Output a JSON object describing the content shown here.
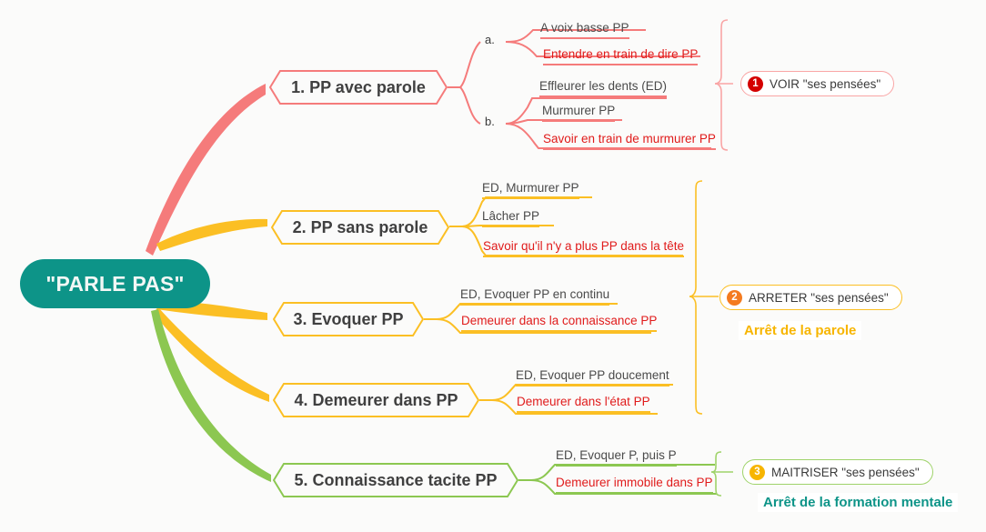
{
  "central": {
    "label": "\"PARLE PAS\"",
    "color": "#0d9488",
    "text_color": "#f2f7f5"
  },
  "colors": {
    "salmon": "#f57b7b",
    "yellow": "#fbbf24",
    "amber": "#f7b500",
    "green": "#8cc751",
    "teal": "#0d9488",
    "red_text": "#e01b1b",
    "gray_text": "#4a4a4a",
    "badge_red": "#d40000",
    "badge_orange": "#f47b20",
    "badge_yellow": "#f7b500"
  },
  "branches": [
    {
      "id": "branch-1",
      "label": "1. PP avec parole",
      "color": "#f57b7b",
      "markers": [
        "a.",
        "b."
      ],
      "leaves": [
        {
          "text": "A voix basse PP",
          "style": "gray"
        },
        {
          "text": "Entendre en train de dire PP",
          "style": "red"
        },
        {
          "text": "Effleurer les dents (ED)",
          "style": "gray"
        },
        {
          "text": "Murmurer PP",
          "style": "gray"
        },
        {
          "text": "Savoir en train de murmurer PP",
          "style": "red"
        }
      ]
    },
    {
      "id": "branch-2",
      "label": "2. PP sans parole",
      "color": "#fbbf24",
      "markers": [],
      "leaves": [
        {
          "text": "ED, Murmurer PP",
          "style": "gray"
        },
        {
          "text": "Lâcher PP",
          "style": "gray"
        },
        {
          "text": "Savoir qu'il n'y a plus PP dans la tête",
          "style": "red"
        }
      ]
    },
    {
      "id": "branch-3",
      "label": "3. Evoquer PP",
      "color": "#fbbf24",
      "markers": [],
      "leaves": [
        {
          "text": "ED, Evoquer PP en continu",
          "style": "gray"
        },
        {
          "text": "Demeurer dans la connaissance PP",
          "style": "red"
        }
      ]
    },
    {
      "id": "branch-4",
      "label": "4. Demeurer dans PP",
      "color": "#fbbf24",
      "markers": [],
      "leaves": [
        {
          "text": "ED, Evoquer PP doucement",
          "style": "gray"
        },
        {
          "text": "Demeurer dans l'état PP",
          "style": "red"
        }
      ]
    },
    {
      "id": "branch-5",
      "label": "5. Connaissance tacite PP",
      "color": "#8cc751",
      "markers": [],
      "leaves": [
        {
          "text": "ED, Evoquer P, puis P",
          "style": "gray"
        },
        {
          "text": "Demeurer immobile dans PP",
          "style": "red"
        }
      ]
    }
  ],
  "summaries": [
    {
      "id": "summary-1",
      "number": "1",
      "text": "VOIR \"ses pensées\"",
      "badge_color": "#d40000",
      "border_color": "#f9a5a5"
    },
    {
      "id": "summary-2",
      "number": "2",
      "text": "ARRETER \"ses pensées\"",
      "badge_color": "#f47b20",
      "border_color": "#fbbf24"
    },
    {
      "id": "summary-3",
      "number": "3",
      "text": "MAITRISER \"ses pensées\"",
      "badge_color": "#f7b500",
      "border_color": "#9fd36a"
    }
  ],
  "conclusions": [
    {
      "id": "conclusion-1",
      "text": "Arrêt de la parole",
      "color": "#f7b500"
    },
    {
      "id": "conclusion-2",
      "text": "Arrêt de la formation mentale",
      "color": "#0d9488"
    }
  ]
}
